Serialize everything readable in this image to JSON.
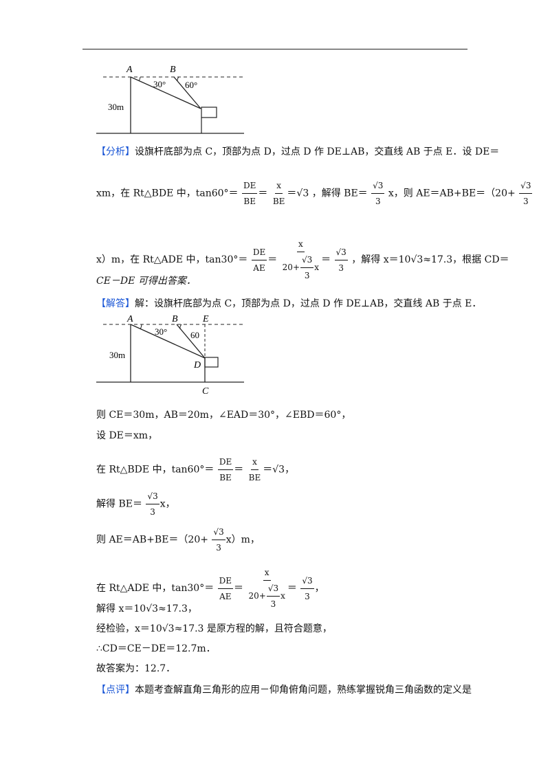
{
  "figure1": {
    "A": "A",
    "B": "B",
    "angle_a": "30°",
    "angle_b": "60°",
    "height": "30m"
  },
  "analysis": {
    "label": "【分析】",
    "l1": "设旗杆底部为点 C，顶部为点 D，过点 D 作 DE⊥AB，交直线 AB 于点 E．设 DE＝",
    "l2a": "xm，在 Rt△BDE 中，tan60°＝",
    "l2b": "，解得 BE＝",
    "l2c": "x，则 AE＝AB+BE＝（20+",
    "l3a": "x）m，在 Rt△ADE 中，tan30°＝",
    "l3b": "，解得 x＝",
    "l3c": "≈17.3，根据 CD＝",
    "l4": "CE－DE 可得出答案．"
  },
  "answer": {
    "label": "【解答】",
    "l1": "解：设旗杆底部为点 C，顶部为点 D，过点 D 作 DE⊥AB，交直线 AB 于点 E．"
  },
  "figure2": {
    "A": "A",
    "B": "B",
    "E": "E",
    "D": "D",
    "C": "C",
    "angle_a": "30°",
    "angle_b": "60",
    "height": "30m"
  },
  "steps": {
    "s1": "则 CE＝30m，AB＝20m，∠EAD＝30°，∠EBD＝60°，",
    "s2": "设 DE＝xm，",
    "s3a": "在 Rt△BDE 中，tan60°＝",
    "s3b": "，",
    "s4a": "解得 BE＝",
    "s4b": "x，",
    "s5a": "则 AE＝AB+BE＝（20+",
    "s5b": "x）m，",
    "s6a": "在 Rt△ADE 中，tan30°＝",
    "s6b": "，",
    "s7a": "解得 x＝",
    "s7b": "≈17.3，",
    "s8a": "经检验，x＝",
    "s8b": "≈17.3 是原方程的解，且符合题意，",
    "s9": "∴CD＝CE－DE＝12.7m．",
    "s10": "故答案为：12.7．"
  },
  "comment": {
    "label": "【点评】",
    "text": "本题考查解直角三角形的应用－仰角俯角问题，熟练掌握锐角三角函数的定义是"
  },
  "math": {
    "DE": "DE",
    "BE": "BE",
    "AE": "AE",
    "x": "x",
    "n3": "3",
    "r3": "√3",
    "sqrt": "√",
    "eq": "＝",
    "ten": "10",
    "twenty_plus": "20+"
  }
}
